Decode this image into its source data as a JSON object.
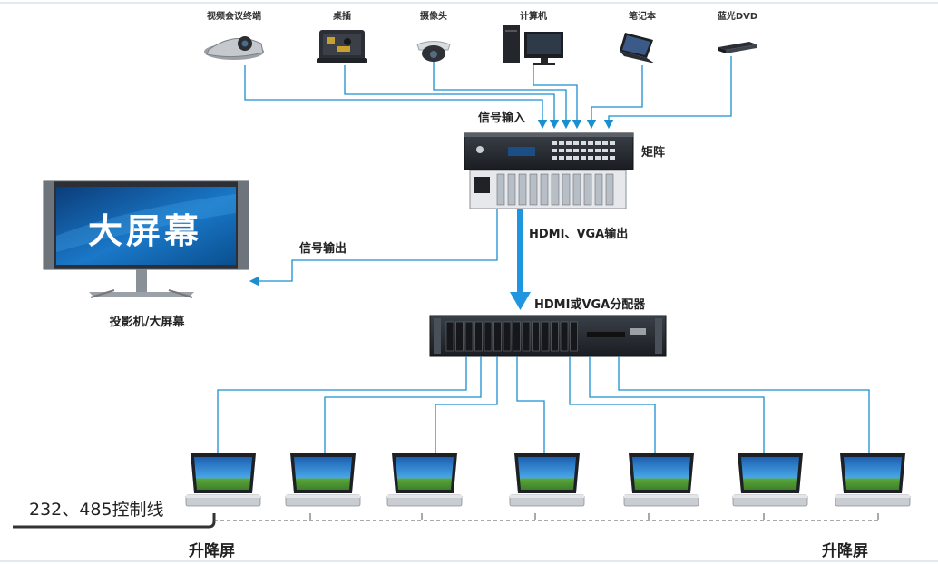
{
  "devices": [
    {
      "label": "视频会议终端",
      "icon": "video-conference-terminal-icon"
    },
    {
      "label": "桌插",
      "icon": "desk-socket-icon"
    },
    {
      "label": "摄像头",
      "icon": "dome-camera-icon"
    },
    {
      "label": "计算机",
      "icon": "desktop-computer-icon"
    },
    {
      "label": "笔记本",
      "icon": "laptop-icon"
    },
    {
      "label": "蓝光DVD",
      "icon": "dvd-player-icon"
    }
  ],
  "labels": {
    "signal_in": "信号输入",
    "matrix": "矩阵",
    "signal_out": "信号输出",
    "hdmi_vga_out": "HDMI、VGA输出",
    "splitter": "HDMI或VGA分配器",
    "big_screen_text": "大屏幕",
    "projector_caption": "投影机/大屏幕",
    "control_line": "232、485控制线",
    "lift_left": "升降屏",
    "lift_right": "升降屏"
  },
  "colors": {
    "line_blue": "#1a8fd0",
    "arrow_blue": "#2196e0",
    "device_dark": "#222830",
    "ctrl_line": "#333333"
  },
  "lift_screen_count": 7
}
